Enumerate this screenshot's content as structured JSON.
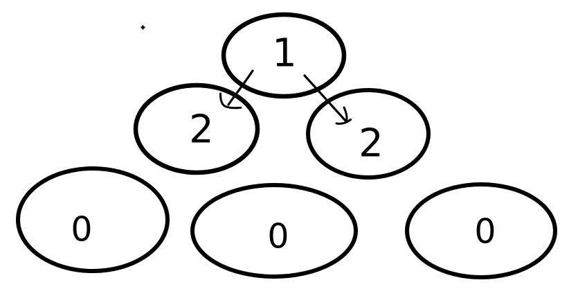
{
  "page": {
    "background": "#ffffff"
  },
  "diagram": {
    "type": "tree",
    "ink_color": "#000000",
    "nodes": [
      {
        "id": "root",
        "label": "1"
      },
      {
        "id": "child-left",
        "label": "2"
      },
      {
        "id": "child-right",
        "label": "2"
      },
      {
        "id": "leaf-left",
        "label": "0"
      },
      {
        "id": "leaf-middle",
        "label": "0"
      },
      {
        "id": "leaf-right",
        "label": "0"
      }
    ],
    "edges": [
      {
        "from": "root",
        "to": "child-left"
      },
      {
        "from": "root",
        "to": "child-right"
      }
    ]
  }
}
